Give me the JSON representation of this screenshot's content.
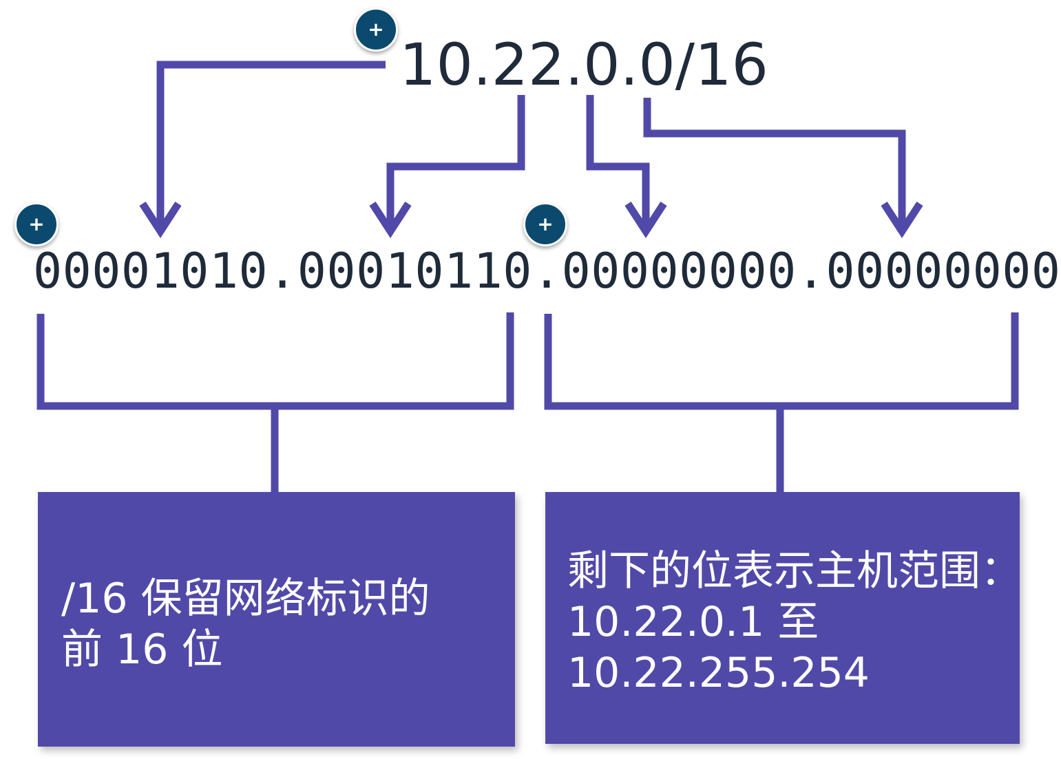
{
  "diagram": {
    "cidr_label": "10.22.0.0/16",
    "binary_label": "00001010.00010110.00000000.00000000",
    "network_box": {
      "lines": [
        "/16 保留网络标识的",
        "前 16 位"
      ]
    },
    "host_box": {
      "lines": [
        "剩下的位表示主机范围：",
        "10.22.0.1 至",
        "10.22.255.254"
      ]
    }
  },
  "hotspots": [
    {
      "icon": "plus-icon",
      "glyph": "+"
    },
    {
      "icon": "plus-icon",
      "glyph": "+"
    },
    {
      "icon": "plus-icon",
      "glyph": "+"
    }
  ],
  "colors": {
    "line": "#5149a8",
    "box_fill": "#5149a8",
    "text_dark": "#1f2a3a",
    "hotspot": "#0b4a6e"
  }
}
